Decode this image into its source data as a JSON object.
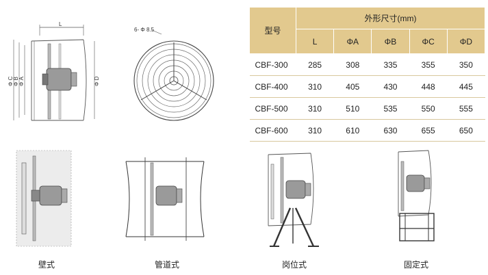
{
  "top_left_drawing": {
    "dim_l": "L",
    "dim_c": "Φ C",
    "dim_b": "Φ B",
    "dim_a": "Φ A",
    "dim_d": "Φ D"
  },
  "front_view": {
    "hole_label": "6- Φ 8.5"
  },
  "spec_table": {
    "model_header": "型号",
    "dims_header": "外形尺寸(mm)",
    "columns": [
      "L",
      "ΦA",
      "ΦB",
      "ΦC",
      "ΦD"
    ],
    "rows": [
      {
        "model": "CBF-300",
        "values": [
          "285",
          "308",
          "335",
          "355",
          "350"
        ]
      },
      {
        "model": "CBF-400",
        "values": [
          "310",
          "405",
          "430",
          "448",
          "445"
        ]
      },
      {
        "model": "CBF-500",
        "values": [
          "310",
          "510",
          "535",
          "550",
          "555"
        ]
      },
      {
        "model": "CBF-600",
        "values": [
          "310",
          "610",
          "630",
          "655",
          "650"
        ]
      }
    ]
  },
  "mount_types": {
    "wall": "壁式",
    "duct": "管道式",
    "post": "岗位式",
    "fixed": "固定式"
  },
  "colors": {
    "table_header_bg": "#e2c98e",
    "table_rule": "#d8c79c",
    "line_art": "#555555"
  }
}
